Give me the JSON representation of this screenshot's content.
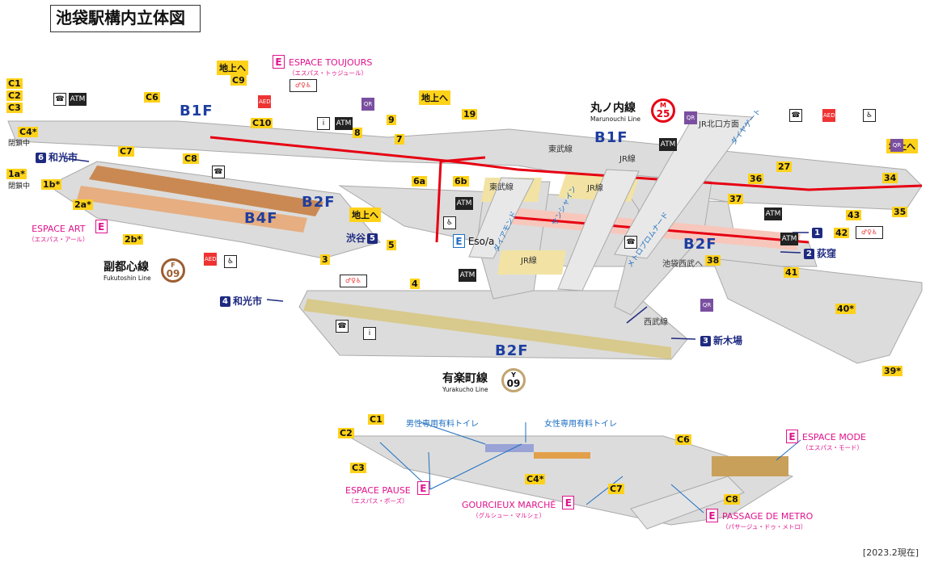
{
  "title": "池袋駅構内立体図",
  "date_note": "[2023.2現在]",
  "floors": {
    "b1f_left": "B1F",
    "b1f_right": "B1F",
    "b2f_mid": "B2F",
    "b2f_right": "B2F",
    "b4f": "B4F",
    "b2f_bottom": "B2F"
  },
  "lines": {
    "marunouchi": {
      "name": "丸ノ内線",
      "en": "Marunouchi Line",
      "letter": "M",
      "num": "25",
      "color": "#e60012"
    },
    "fukutoshin": {
      "name": "副都心線",
      "en": "Fukutoshin Line",
      "letter": "F",
      "num": "09",
      "color": "#9c5e31"
    },
    "yurakucho": {
      "name": "有楽町線",
      "en": "Yurakucho Line",
      "letter": "Y",
      "num": "09",
      "color": "#c1a470"
    }
  },
  "exits_main": [
    "C1",
    "C2",
    "C3",
    "C4*",
    "C6",
    "C7",
    "C8",
    "C9",
    "C10",
    "1a*",
    "1b*",
    "2a*",
    "2b*",
    "3",
    "4",
    "5",
    "6a",
    "6b",
    "7",
    "8",
    "9",
    "19",
    "27",
    "34",
    "35",
    "36",
    "37",
    "38",
    "40*",
    "39*",
    "41",
    "42",
    "43"
  ],
  "exits_inset": [
    "C1",
    "C2",
    "C3",
    "C6",
    "C4*",
    "C7",
    "C8"
  ],
  "destinations": {
    "wakoshi_top": "和光市",
    "wakoshi_bottom": "和光市",
    "shibuya": "渋谷",
    "ogikubo": "荻窪",
    "shinkiba": "新木場",
    "num_wakoshi_top": "6",
    "num_wakoshi_bottom": "4",
    "num_shibuya": "5",
    "num_1": "1",
    "num_ogikubo": "2",
    "num_shinkiba": "3"
  },
  "labels": {
    "chijo": "地上へ",
    "heiken1": "閉鎖中",
    "heiken2": "閉鎖中",
    "tobu1": "東武線",
    "tobu2": "東武線",
    "jr1": "JR線",
    "jr2": "JR線",
    "jr3": "JR線",
    "seibu": "西武線",
    "jr_north": "JR北口方面",
    "ikebukuro_seibu": "池袋西武へ",
    "esola": "Eso/a",
    "male_toilet": "男性専用有料トイレ",
    "female_toilet": "女性専用有料トイレ",
    "road1": "ダイヤゲート",
    "road2": "メトロプロムナード",
    "road3": "サンシャイン",
    "road4": "ダイアモンド"
  },
  "espace": {
    "toujours": {
      "name": "ESPACE TOUJOURS",
      "kana": "（エスパス・トゥジュール）"
    },
    "art": {
      "name": "ESPACE ART",
      "kana": "（エスパス・アール）"
    },
    "pause": {
      "name": "ESPACE PAUSE",
      "kana": "（エスパス・ポーズ）"
    },
    "gourcieux": {
      "name": "GOURCIEUX MARCHÉ",
      "kana": "（グルシュー・マルシェ）"
    },
    "mode": {
      "name": "ESPACE MODE",
      "kana": "（エスパス・モード）"
    },
    "metro": {
      "name": "PASSAGE DE METRO",
      "kana": "（パサージュ・ドゥ・メトロ）"
    },
    "e": "E"
  },
  "icons": {
    "atm": "ATM",
    "phone": "☎",
    "info": "i",
    "aed": "AED",
    "qr": "QR",
    "toilet": "♂♀♿",
    "wheelchair": "♿",
    "locker": "🔒"
  },
  "colors": {
    "marunouchi": "#e60012",
    "fukutoshin": "#c77a3a",
    "yurakucho": "#d8c98c",
    "floor_blue": "#1e3ea0",
    "espace_pink": "#e0138c",
    "exit_yellow": "#ffd21a"
  }
}
